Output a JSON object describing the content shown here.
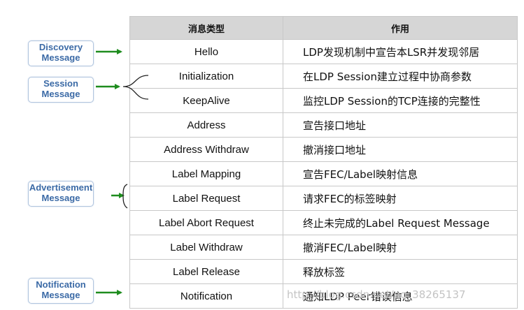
{
  "table": {
    "headers": [
      "消息类型",
      "作用"
    ],
    "rows": [
      {
        "type": "Hello",
        "purpose": "LDP发现机制中宣告本LSR并发现邻居"
      },
      {
        "type": "Initialization",
        "purpose": "在LDP Session建立过程中协商参数"
      },
      {
        "type": "KeepAlive",
        "purpose": "监控LDP Session的TCP连接的完整性"
      },
      {
        "type": "Address",
        "purpose": "宣告接口地址"
      },
      {
        "type": "Address Withdraw",
        "purpose": "撤消接口地址"
      },
      {
        "type": "Label Mapping",
        "purpose": "宣告FEC/Label映射信息"
      },
      {
        "type": "Label Request",
        "purpose": "请求FEC的标签映射"
      },
      {
        "type": "Label Abort Request",
        "purpose": "终止未完成的Label Request Message"
      },
      {
        "type": "Label Withdraw",
        "purpose": "撤消FEC/Label映射"
      },
      {
        "type": "Label Release",
        "purpose": "释放标签"
      },
      {
        "type": "Notification",
        "purpose": "通知LDP Peer错误信息"
      }
    ]
  },
  "categories": [
    {
      "line1": "Discovery",
      "line2": "Message"
    },
    {
      "line1": "Session",
      "line2": "Message"
    },
    {
      "line1": "Advertisement",
      "line2": "Message"
    },
    {
      "line1": "Notification",
      "line2": "Message"
    }
  ],
  "watermark": "http://blog.csdn.net/qq_38265137",
  "colors": {
    "badge_text": "#3b6aa6",
    "badge_border": "#b0c4de",
    "arrow": "#1e8c1e",
    "header_bg": "#d6d6d6"
  }
}
